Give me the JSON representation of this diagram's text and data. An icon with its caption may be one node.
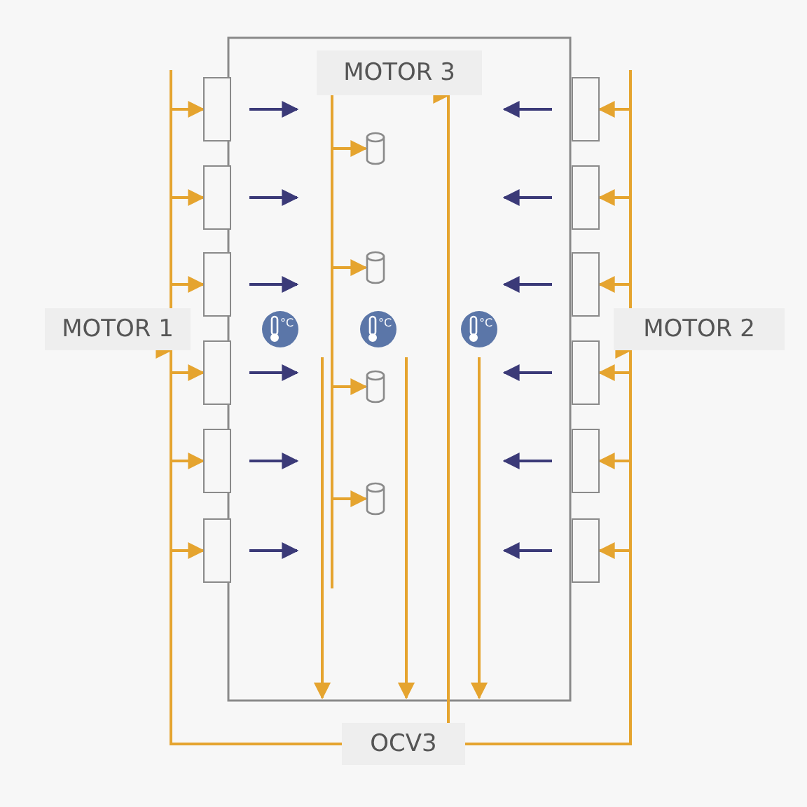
{
  "diagram": {
    "nodes": [
      {
        "text": [
          "MOTOR 3"
        ]
      },
      {
        "text": [
          "MOTOR 1"
        ]
      },
      {
        "text": [
          "MOTOR 2"
        ]
      },
      {
        "text": [
          "OCV3"
        ]
      },
      {
        "text": [],
        "shape": "box"
      },
      {
        "text": [],
        "shape": "box"
      },
      {
        "text": [],
        "shape": "box"
      },
      {
        "text": [],
        "shape": "box"
      },
      {
        "text": [],
        "shape": "box"
      },
      {
        "text": [],
        "shape": "box"
      },
      {
        "text": [],
        "shape": "box"
      },
      {
        "text": [],
        "shape": "box"
      },
      {
        "text": [],
        "shape": "box"
      },
      {
        "text": [],
        "shape": "box"
      },
      {
        "text": [],
        "shape": "box"
      },
      {
        "text": [],
        "shape": "box"
      },
      {
        "text": [],
        "shape": "cylinder"
      },
      {
        "text": [],
        "shape": "cylinder"
      },
      {
        "text": [],
        "shape": "cylinder"
      },
      {
        "text": [],
        "shape": "cylinder"
      }
    ],
    "edges": [
      {
        "from": 1,
        "to": 4,
        "arrow": "to"
      },
      {
        "from": 1,
        "to": 5,
        "arrow": "to"
      },
      {
        "from": 1,
        "to": 6,
        "arrow": "to"
      },
      {
        "from": 3,
        "to": 1,
        "arrow": "to"
      },
      {
        "from": 3,
        "to": 7,
        "arrow": "to"
      },
      {
        "from": 3,
        "to": 8,
        "arrow": "to"
      },
      {
        "from": 3,
        "to": 9,
        "arrow": "to"
      },
      {
        "from": 2,
        "to": 10,
        "arrow": "to"
      },
      {
        "from": 2,
        "to": 11,
        "arrow": "to"
      },
      {
        "from": 2,
        "to": 12,
        "arrow": "to"
      },
      {
        "from": 3,
        "to": 2,
        "arrow": "to"
      },
      {
        "from": 3,
        "to": 13,
        "arrow": "to"
      },
      {
        "from": 3,
        "to": 14,
        "arrow": "to"
      },
      {
        "from": 3,
        "to": 15,
        "arrow": "to"
      },
      {
        "from": 0,
        "to": 16,
        "arrow": "to"
      },
      {
        "from": 0,
        "to": 17,
        "arrow": "to"
      },
      {
        "from": 0,
        "to": 18,
        "arrow": "to"
      },
      {
        "from": 0,
        "to": 19,
        "arrow": "to"
      },
      {
        "from": 3,
        "to": 0,
        "arrow": "to"
      }
    ],
    "labels": [
      "°C",
      "°C",
      "°C"
    ]
  }
}
